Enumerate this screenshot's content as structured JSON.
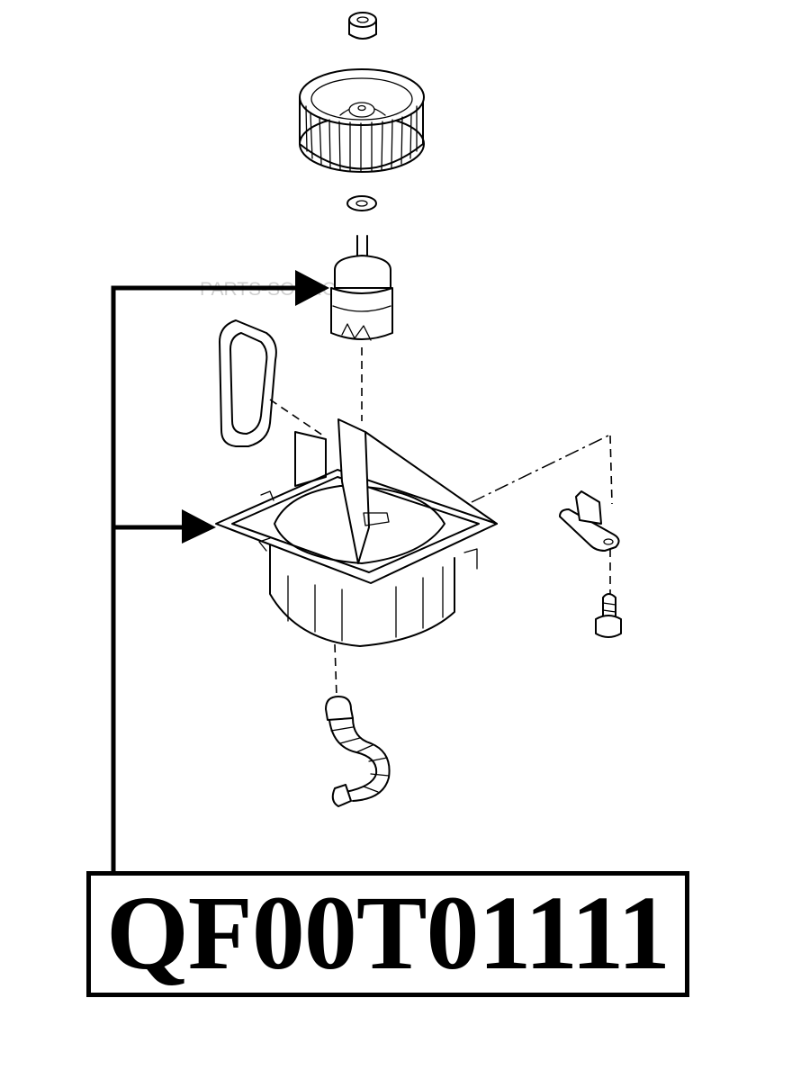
{
  "part_number": "QF00T01111",
  "watermark": "PARTS-SOURCE",
  "components": [
    {
      "name": "nut"
    },
    {
      "name": "blower-fan-wheel"
    },
    {
      "name": "washer"
    },
    {
      "name": "blower-motor",
      "indicated_by_arrow": true
    },
    {
      "name": "gasket-seal"
    },
    {
      "name": "blower-housing",
      "indicated_by_arrow": true
    },
    {
      "name": "bracket"
    },
    {
      "name": "screw"
    },
    {
      "name": "drain-hose"
    }
  ],
  "colors": {
    "line": "#000000",
    "background": "#ffffff",
    "watermark": "#cfcfcf"
  }
}
